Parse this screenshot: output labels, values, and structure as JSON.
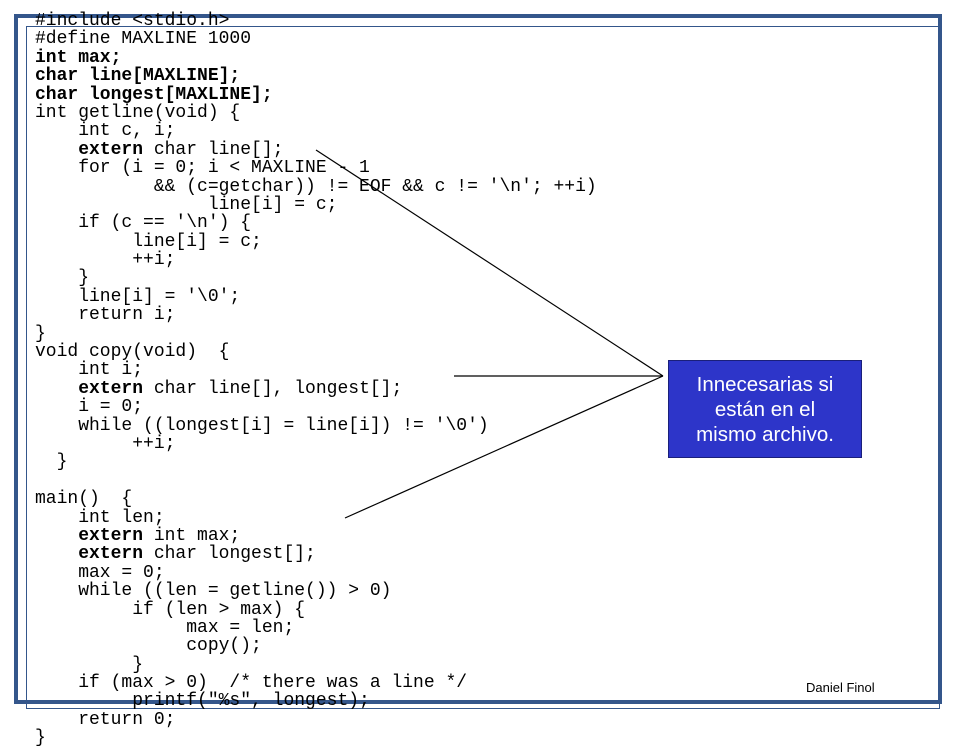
{
  "code_lines": [
    [
      {
        "t": "#include <stdio.h>",
        "b": false
      }
    ],
    [
      {
        "t": "#define MAXLINE 1000",
        "b": false
      }
    ],
    [
      {
        "t": "int max;",
        "b": true
      }
    ],
    [
      {
        "t": "char line[MAXLINE];",
        "b": true
      }
    ],
    [
      {
        "t": "char longest[MAXLINE];",
        "b": true
      }
    ],
    [
      {
        "t": "int getline(void) {",
        "b": false
      }
    ],
    [
      {
        "t": "    int c, i;",
        "b": false
      }
    ],
    [
      {
        "t": "    ",
        "b": false
      },
      {
        "t": "extern",
        "b": true
      },
      {
        "t": " char line[];",
        "b": false
      }
    ],
    [
      {
        "t": "    for (i = 0; i < MAXLINE - 1",
        "b": false
      }
    ],
    [
      {
        "t": "           && (c=getchar)) != EOF && c != '\\n'; ++i)",
        "b": false
      }
    ],
    [
      {
        "t": "                line[i] = c;",
        "b": false
      }
    ],
    [
      {
        "t": "    if (c == '\\n') {",
        "b": false
      }
    ],
    [
      {
        "t": "         line[i] = c;",
        "b": false
      }
    ],
    [
      {
        "t": "         ++i;",
        "b": false
      }
    ],
    [
      {
        "t": "    }",
        "b": false
      }
    ],
    [
      {
        "t": "    line[i] = '\\0';",
        "b": false
      }
    ],
    [
      {
        "t": "    return i;",
        "b": false
      }
    ],
    [
      {
        "t": "}",
        "b": false
      }
    ],
    [
      {
        "t": "void copy(void)  {",
        "b": false
      }
    ],
    [
      {
        "t": "    int i;",
        "b": false
      }
    ],
    [
      {
        "t": "    ",
        "b": false
      },
      {
        "t": "extern",
        "b": true
      },
      {
        "t": " char line[], longest[];",
        "b": false
      }
    ],
    [
      {
        "t": "    i = 0;",
        "b": false
      }
    ],
    [
      {
        "t": "    while ((longest[i] = line[i]) != '\\0')",
        "b": false
      }
    ],
    [
      {
        "t": "         ++i;",
        "b": false
      }
    ],
    [
      {
        "t": "  }",
        "b": false
      }
    ],
    [
      {
        "t": "",
        "b": false
      }
    ],
    [
      {
        "t": "main()  {",
        "b": false
      }
    ],
    [
      {
        "t": "    int len;",
        "b": false
      }
    ],
    [
      {
        "t": "    ",
        "b": false
      },
      {
        "t": "extern",
        "b": true
      },
      {
        "t": " int max;",
        "b": false
      }
    ],
    [
      {
        "t": "    ",
        "b": false
      },
      {
        "t": "extern",
        "b": true
      },
      {
        "t": " char longest[];",
        "b": false
      }
    ],
    [
      {
        "t": "    max = 0;",
        "b": false
      }
    ],
    [
      {
        "t": "    while ((len = getline()) > 0)",
        "b": false
      }
    ],
    [
      {
        "t": "         if (len > max) {",
        "b": false
      }
    ],
    [
      {
        "t": "              max = len;",
        "b": false
      }
    ],
    [
      {
        "t": "              copy();",
        "b": false
      }
    ],
    [
      {
        "t": "         }",
        "b": false
      }
    ],
    [
      {
        "t": "    if (max > 0)  /* there was a line */",
        "b": false
      }
    ],
    [
      {
        "t": "         printf(\"%s\", longest);",
        "b": false
      }
    ],
    [
      {
        "t": "    return 0;",
        "b": false
      }
    ],
    [
      {
        "t": "}",
        "b": false
      }
    ]
  ],
  "callout": {
    "line1": "Innecesarias si",
    "line2": "están en el",
    "line3": "mismo archivo."
  },
  "author": "Daniel Finol",
  "colors": {
    "frame": "#34568b",
    "callout_bg": "#2d35c9",
    "callout_text": "#ffffff"
  }
}
